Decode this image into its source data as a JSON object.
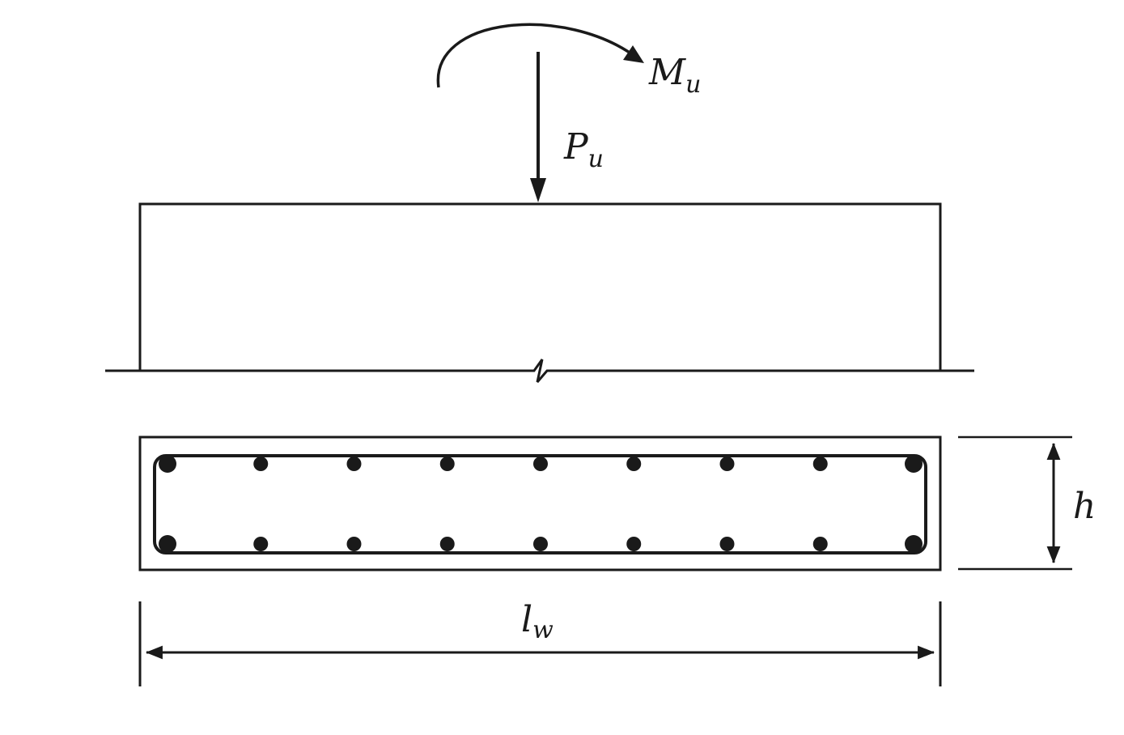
{
  "labels": {
    "moment": {
      "main": "M",
      "sub": "u"
    },
    "axial_load": {
      "main": "P",
      "sub": "u"
    },
    "thickness": {
      "main": "h",
      "sub": ""
    },
    "wall_length": {
      "main": "l",
      "sub": "w"
    }
  },
  "reinforcement": {
    "bars_per_face": 9,
    "faces": 2
  },
  "colors": {
    "line": "#1a1a1a",
    "background": "#ffffff"
  }
}
